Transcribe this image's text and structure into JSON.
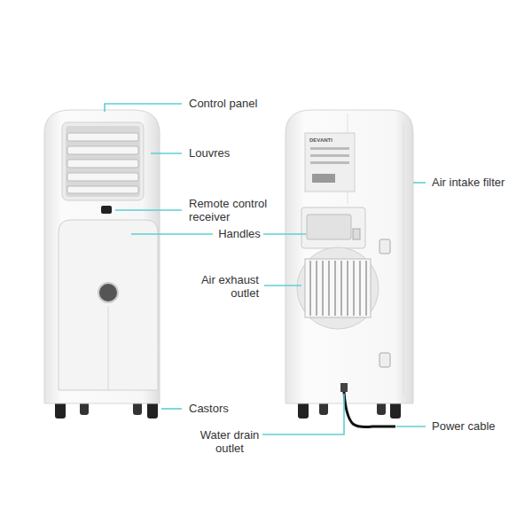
{
  "diagram": {
    "labels": [
      "Control panel",
      "Louvres",
      "Remote control receiver",
      "Handles",
      "Castors",
      "DEVANTI",
      "Air intake filter",
      "Air exhaust outlet",
      "Water drain outlet",
      "Power cable"
    ]
  }
}
